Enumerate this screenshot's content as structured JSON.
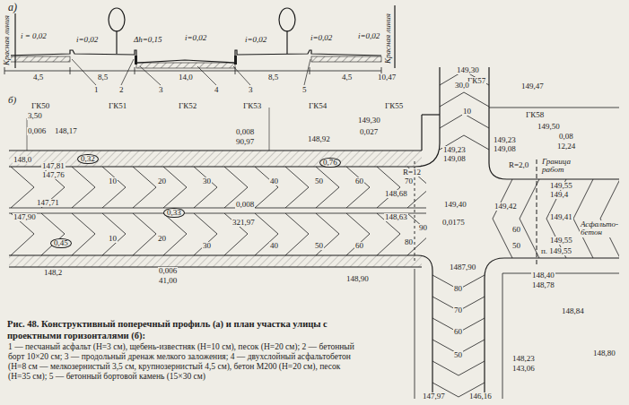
{
  "diagram": {
    "caption": "Рис. 48. Конструктивный поперечный профиль (а) и план участка улицы с проектными горизонталями (б):",
    "labels": [
      "а)",
      "i = 0,02",
      "i=0,02",
      "Δh=0,15",
      "i=0,02",
      "i=0,02",
      "i=0,02",
      "i=0,02",
      "Красная линия",
      "Красная линия",
      "4,5",
      "8,5",
      "14,0",
      "8,5",
      "4,5",
      "1",
      "2",
      "3",
      "4",
      "3",
      "5",
      "б)",
      "ГК50",
      "ГК51",
      "ГК52",
      "ГК53",
      "ГК54",
      "ГК55",
      "ГК57",
      "ГК58",
      "3,50",
      "0,006",
      "148,17",
      "0,008",
      "90,97",
      "148,92",
      "149,30",
      "0,027",
      "10,47",
      "149,30",
      "149,47",
      "30,0",
      "149,50",
      "0,08",
      "12,24",
      "149,23",
      "149,08",
      "149,23",
      "149,08",
      "R=12",
      "R=2,0",
      "Граница работ",
      "149,55",
      "149,4",
      "149,41",
      "Асфальто-бетон",
      "149,55",
      "п. 149,55",
      "148,40",
      "148,78",
      "148,84",
      "148,80",
      "148,23",
      "143,06",
      "147,97",
      "146,16",
      "148,90",
      "0,006",
      "41,00",
      "148,2",
      "148,0",
      "147,81",
      "147,76",
      "147,71",
      "147,90",
      "0,32",
      "0,45",
      "0,33",
      "0,76",
      "0,008",
      "321,97",
      "148,63",
      "148,68",
      "149,40",
      "0,0175",
      "149,42",
      "1487,90",
      "10",
      "20",
      "30",
      "40",
      "50",
      "60",
      "70",
      "10",
      "20",
      "30",
      "40",
      "50",
      "60",
      "80",
      "90",
      "80",
      "70",
      "60",
      "50",
      "60",
      "50",
      "10",
      "1 — песчаный асфальт (H=3 см), щебень-известняк (H=10 см), песок (H=20 см); 2 — бетонный борт 10×20 см; 3 — продольный дренаж мелкого заложения; 4 — двухслойный асфальтобетон (H=8 см — мелкозернистый 3,5 см, крупнозернистый 4,5 см), бетон М200 (H=20 см), песок (H=35 см); 5 — бетонный бортовой камень (15×30 см)"
    ]
  }
}
